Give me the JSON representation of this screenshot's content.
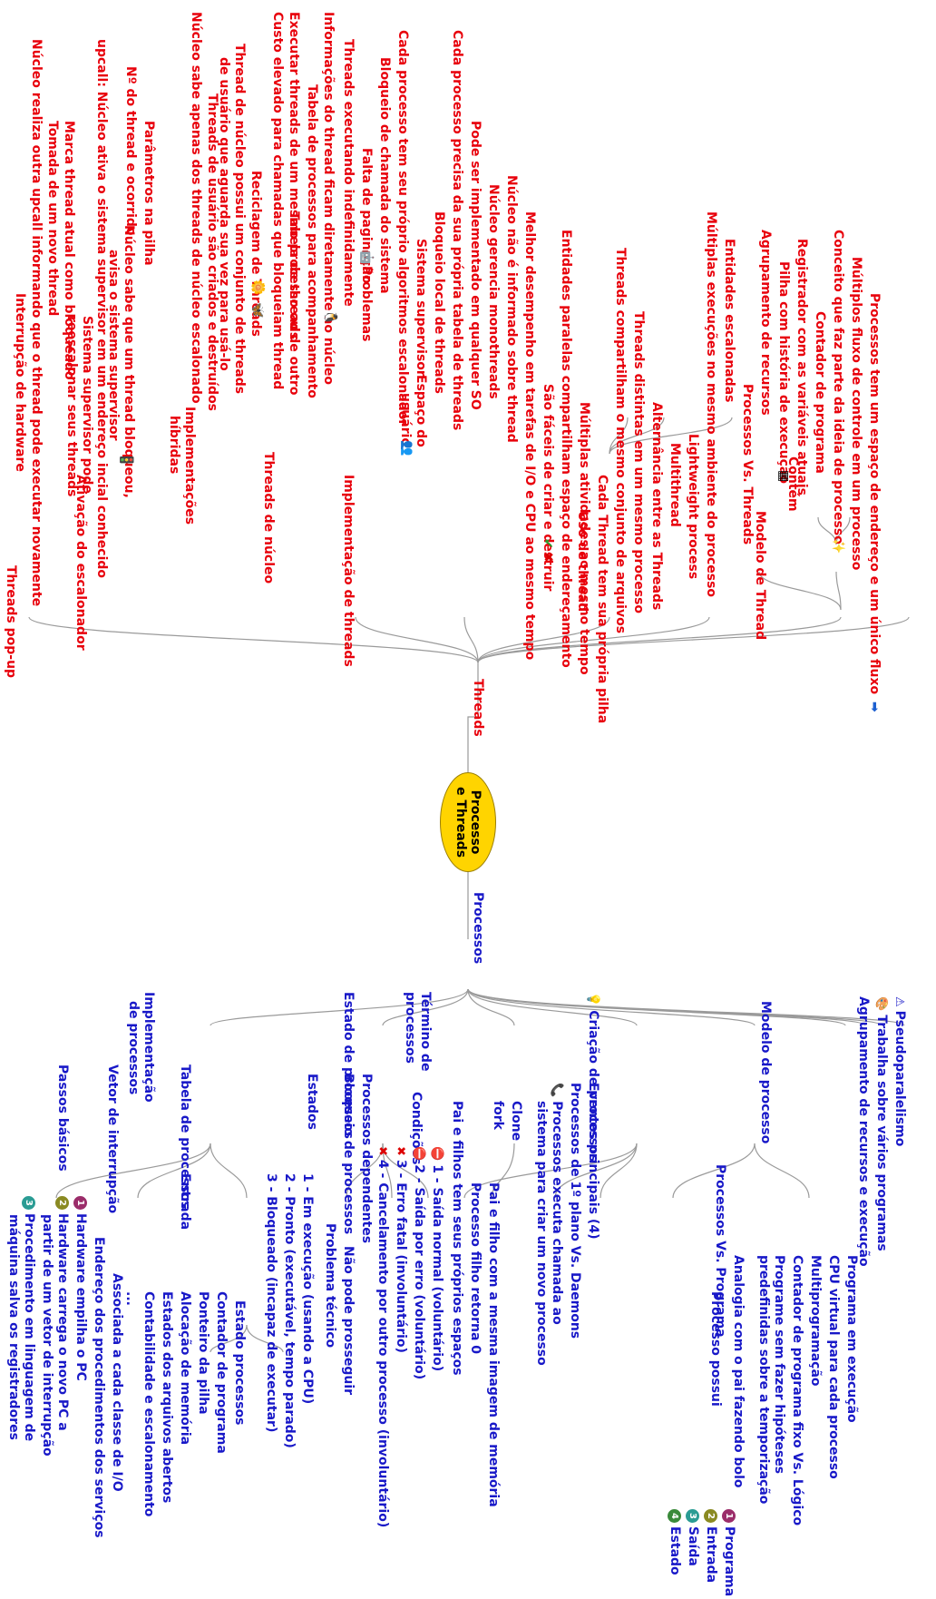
{
  "root": {
    "line1": "Processo",
    "line2": "e Threads"
  },
  "left": {
    "threads": "Threads",
    "pop_up": "Threads pop-up",
    "ativacao": "Ativação do escalonador",
    "interrupcao": "Interrupção de hardware",
    "nucleo_outra_upcall": "Núcleo realiza outra upcall informando que o thread pode executar novamente",
    "tomada": "Tomada de um novo thread",
    "marca": "Marca thread atual como bloqueado",
    "sistema_supervisor_pode": [
      "Sistema supervisor pode",
      "reescalonar seus threads"
    ],
    "upcall": "upcall: Núcleo ativa o sistema supervisor em um endereço incial conhecido",
    "nucleo_sabe_bloq": [
      "Núcleo sabe que um thread bloqueou,",
      "avisa o sistema supervisor"
    ],
    "n_thread": "Nº do thread e ocorrido",
    "parametros": "Parâmetros na pilha",
    "implementacao_threads": "Implementação de threads",
    "hibridas": [
      "Implementações",
      "híbridas"
    ],
    "nucleo_sabe_apenas": "Núcleo sabe apenas dos threads de núcleo escalonado",
    "threads_usuario_criados": "Threads de usuário são criados e destruídos",
    "thread_nucleo_possui": [
      "Thread de núcleo possui um conjunto de threads",
      "de usuário que aguarda sua vez para usá-lo"
    ],
    "threads_nucleo": "Threads de núcleo",
    "reciclagem": "Reciclagem de Threads",
    "custo": "Custo elevado para chamadas que bloqueiam thread",
    "executar": "Executar threads de um mesmo processo ou de outro",
    "tabela_threads": "Tabela de threads",
    "tabela_processos": "Tabela de processos para acompanhamento",
    "informacoes": "Informações do thread ficam diretamente no núcleo",
    "espaco_usuario": [
      "Espaço do",
      "usuário"
    ],
    "problemas": "Problemas",
    "threads_exec": "Threads executando indefinidamente",
    "falta_paginacao": "Falta de paginação",
    "bloqueio_chamada": "Bloqueio de chamada do sistema",
    "cada_proc_algoritmo": "Cada processo tem seu próprio algoritmos escalonador",
    "sistema_supervisor": "Sistema supervisor",
    "bloqueio_local": "Bloqueio local de threads",
    "cada_proc_tabela": "Cada processo precisa da sua própria tabela de threads",
    "pode_ser": "Pode ser implementado em qualquer SO",
    "nucleo_gerencia": "Núcleo gerencia monothreads",
    "nucleo_nao": "Núcleo não é informado sobre thread",
    "uso_thread": "Uso de thread",
    "melhor": "Melhor desempenho em tarefas de I/O e CPU ao mesmo tempo",
    "faceis": "São fáceis de criar e destruir",
    "entidades_paralelas": "Entidades paralelas compartilham espaço de endereçamento",
    "multiplas_atividades": "Múltiplas atividades ao mesmo tempo",
    "modelo_thread": "Modelo de Thread",
    "cada_thread_pilha": "Cada Thread tem sua própria pilha",
    "compartilham": "Threads compartilham o mesmo conjunto de arquivos",
    "threads_distintas": "Threads distintas em um mesmo processo",
    "alternancia": "Alternância entre as Threads",
    "multithread": "Multithread",
    "lightweight": "Lightweight process",
    "multiplas_exec": "Múltiplas execuções no mesmo ambiente do processo",
    "entidades_escalonadas": "Entidades escalonadas",
    "processos_vs_threads": "Processos Vs. Threads",
    "agrupamento": "Agrupamento de recursos",
    "contem": "Contém",
    "pilha_historia": "Pilha com história de execução",
    "registrador": "Registrador com as variáveis atuais",
    "contador": "Contador de programa",
    "conceito": "Conceito que faz parte da ideia de processo",
    "multiplos_fluxo": "Múltiplos fluxo de controle em um processo",
    "processos_tem": "Processos tem um espaço de endereço e um único fluxo"
  },
  "right": {
    "processos": "Processos",
    "pseudo": "Pseudoparalelismo",
    "trabalha": "Trabalha sobre vários programas",
    "agrupamento": "Agrupamento de recursos e execução",
    "modelo": "Modelo de processo",
    "programa_exec": "Programa em execução",
    "cpu_virtual": "CPU virtual para cada processo",
    "multiprog": "Multiprogramação",
    "contador_fixo": "Contador de programa fixo Vs. Lógico",
    "programe": [
      "Programe sem fazer hipóteses",
      "predefinidas sobre a temporização"
    ],
    "proc_vs_prog": "Processos Vs. Programa",
    "analogia": "Analogia com o pai fazendo bolo",
    "processo_possui": "Processo possui",
    "poss_programa": "Programa",
    "poss_entrada": "Entrada",
    "poss_saida": "Saída",
    "poss_estado": "Estado",
    "criacao": "Criação de processos",
    "eventos": "Eventos principais (4)",
    "primeiro_plano": "Processos de 1º plano Vs. Daemons",
    "executa_chamada": [
      "Processos executa chamada ao",
      "sistema para criar um novo processo"
    ],
    "clone": "Clone",
    "fork": "fork",
    "pai_filho_mesma": "Pai e filho com a mesma imagem de memória",
    "filho_retorna": "Processo filho retorna 0",
    "pai_filho_espacos": "Pai e filhos tem seus próprios espaços",
    "termino": [
      "Término de",
      "processos"
    ],
    "condicoes": "Condições",
    "c1": "1 - Saída normal (voluntário)",
    "c2": "2 - Saída por erro (voluntário)",
    "c3": "3 - Erro fatal (involuntário)",
    "c4": "4 - Cancelamento por outro processo (involuntário)",
    "estado": "Estado de processos",
    "dependentes": "Processos dependentes",
    "bloqueio": "Bloqueio de processos",
    "nao_prosseguir": "Não pode prosseguir",
    "problema_tecnico": "Problema técnico",
    "estados": "Estados",
    "e1": "1 - Em execução (usando a CPU)",
    "e2": "2 - Pronto (executável, tempo parado)",
    "e3": "3 - Bloqueado (incapaz de executar)",
    "implementacao": [
      "Implementação",
      "de processos"
    ],
    "tabela": "Tabela de processos",
    "entrada": "Entrada",
    "estado_proc": "Estado processos",
    "contador_prog": "Contador de programa",
    "ponteiro": "Ponteiro da pilha",
    "alocacao": "Alocação de memória",
    "arquivos": "Estados dos arquivos abertos",
    "contabilidade": "Contabilidade e escalonamento",
    "ellipsis": "...",
    "vetor": "Vetor de interrupção",
    "associada": "Associada a cada classe de I/O",
    "endereco": "Endereço dos procedimentos dos serviços",
    "passos": "Passos básicos",
    "p1": "Hardware empilha o PC",
    "p2": [
      "Hardware carrega o novo PC a",
      "partir de um vetor de interrupção"
    ],
    "p3": [
      "Procedimento em linguagem de",
      "máquina salva os registradores"
    ]
  },
  "icons": [
    "arrow-right-icon",
    "star-icon",
    "document-icon",
    "people-icon",
    "check-icon",
    "cross-icon",
    "coffee-icon",
    "linux-icon",
    "warning-icon",
    "lightbulb-icon",
    "phone-icon",
    "stop-icon",
    "palette-icon",
    "flower-icon",
    "butterfly-icon",
    "traffic-light-icon",
    "robot-icon",
    "numbered-bullet-icon"
  ]
}
